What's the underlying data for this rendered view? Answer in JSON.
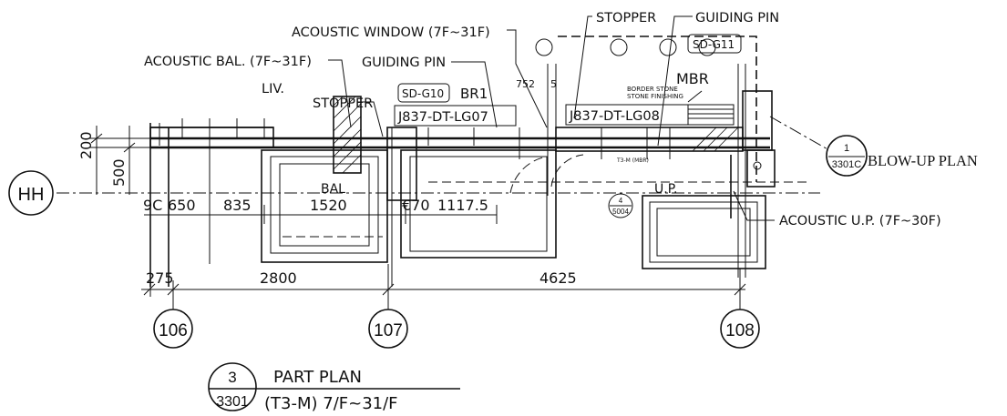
{
  "labels": {
    "acoustic_window": "ACOUSTIC WINDOW (7F~31F)",
    "stopper_top": "STOPPER",
    "guiding_pin_top": "GUIDING PIN",
    "acoustic_bal": "ACOUSTIC BAL. (7F~31F)",
    "guiding_pin_left": "GUIDING PIN",
    "liv": "LIV.",
    "stopper_left": "STOPPER",
    "sd_g10": "SD-G10",
    "sd_g11": "SD-G11",
    "br": "BR1",
    "mbr": "MBR",
    "dim_752": "752",
    "dim_5": "5",
    "border_stone": "BORDER STONE",
    "stone_finishing": "STONE FINISHING",
    "tag_lg07": "J837-DT-LG07",
    "tag_lg08": "J837-DT-LG08",
    "bal": "BAL",
    "up": "U.P.",
    "t3m": "T3-M (MBR)",
    "acoustic_up": "ACOUSTIC U.P. (7F~30F)",
    "blow_up_plan": "BLOW-UP PLAN"
  },
  "grid": {
    "row": "HH",
    "columns": [
      "106",
      "107",
      "108"
    ]
  },
  "callouts": {
    "blowup": {
      "number": "1",
      "sheet": "3301C"
    },
    "small": {
      "number": "4",
      "sheet": "5004"
    }
  },
  "dimensions": {
    "vertical": [
      "200",
      "500"
    ],
    "row1": [
      "9C",
      "650",
      "835",
      "1520",
      "€70",
      "1117.5"
    ],
    "row2": [
      "275",
      "2800",
      "4625"
    ]
  },
  "title_block": {
    "number": "3",
    "sheet": "3301",
    "title": "PART PLAN",
    "subtitle": "(T3-M) 7/F~31/F"
  }
}
